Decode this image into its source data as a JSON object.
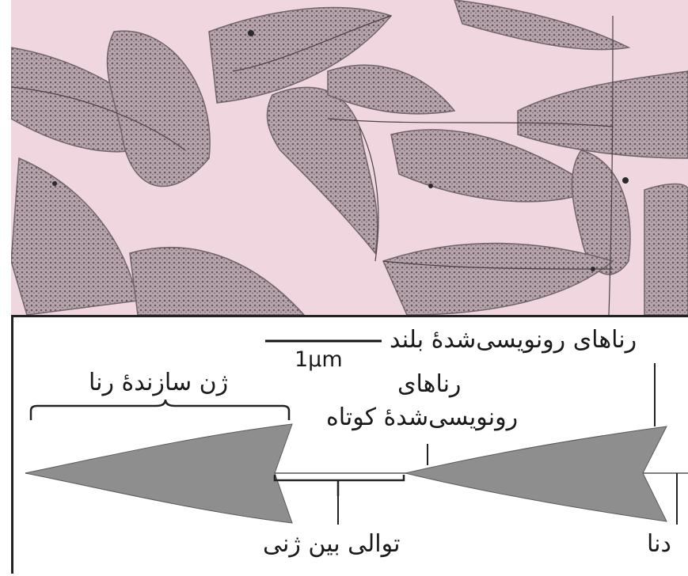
{
  "figure": {
    "scale_bar_label": "1µm",
    "labels": {
      "gene_label": "ژن سازندهٔ رنا",
      "long_transcripts": "رناهای رونویسی‌شدهٔ بلند",
      "short_transcripts_line1": "رناهای",
      "short_transcripts_line2": "رونویسی‌شدهٔ کوتاه",
      "intergenic_spacer": "توالی بین ژنی",
      "dna": "دنا"
    },
    "colors": {
      "micrograph_background": "#f0d6df",
      "transcript_fill": "#8e8e8e",
      "ink": "#1a1a1a"
    }
  }
}
